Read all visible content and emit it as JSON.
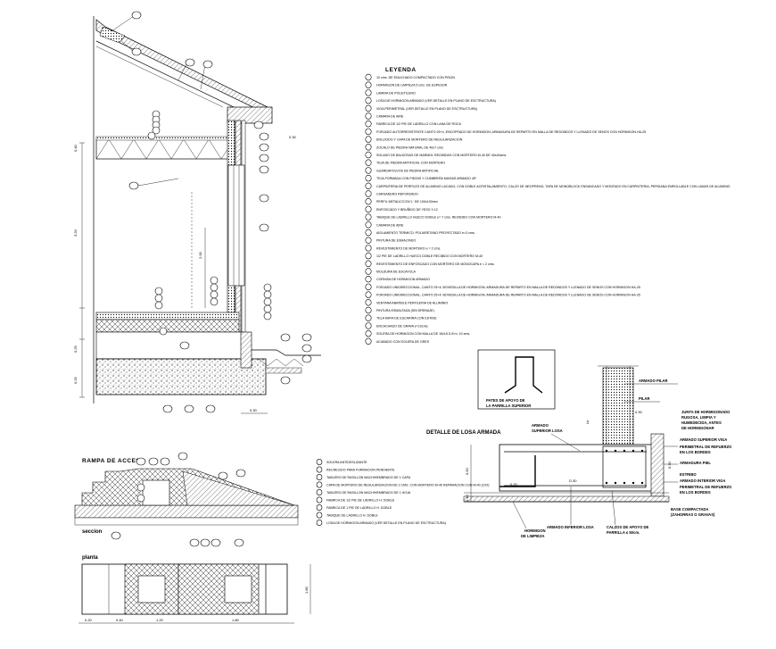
{
  "legend": {
    "title": "LEYENDA",
    "items": [
      "10 cms. DE ENLICHADO COMPACTADO CON PISON",
      "HORMIGON DE LIMPIEZA 5 cms. DE ESPESOR",
      "LAMINA DE POLIETILENO",
      "LOSA DE HORMIGON ARMADO (VER DETALLE EN PLANO DE ESCTRUCTURA)",
      "VIGA PERIMETRAL (VER DETALLE EN PLANO DE ESCTRUCTURA)",
      "CAMARA DE AIRE",
      "FABRICA DE 1/2 PIE DE LADRILLO CON LANA DE ROCA",
      "FORJADO AUTORRESISTENTE CANTO 25+4, ENCOFRADO DE HORMIGON; ARMADURA DE REPARTO EN MALLA DE REDONDOS Y LLENADO DE SENOS CON HORMIGON HA-25",
      "ENLUCIDO Y CAPA DE MORTERO DE REGULARIZACION",
      "ZOCALO DE PIEDRA NATURAL DE 40x7 cms.",
      "SOLADO DE BALDOSAS DE MARMOL RECIBIDAS CON MORTERO M-40 DE 40x40cms.",
      "TEJA DE PIEDRA ARTIFICIAL CON MORTERO",
      "GUARDAPOLVOS DE PIEDRA ARTIFICIAL",
      "TEJA FORMADA CON PIEZAS Y CUMBRERA MASIAS ARMADO 45°",
      "CARPINTERIA DE PERFILES DE ALUMINIO LACADO, CON DOBLE ACRISTALAMIENTO; CALZO DE NEOPRENO, TAPA DE MONOBLOCK ENSANCADO Y MONTADO EN CARPINTERIA; PERSIANA ENROLLABLE CON LAMAS DE ALUMINIO",
      "CARGADERO REFORZADO",
      "PERFIL METALICO EN 'L' DE 100x100mm",
      "ENFOSCADO Y BRUÑIDO DE YESO Y-12",
      "TABIQUE DE LADRILLO HUECO DOBLE e= 7 cms. RECIBIDO CON MORTERO M-40",
      "CAMARA DE AIRE",
      "AISLAMIENTO TERMICO; POLIURETANO PROYECTADO e=3 cms.",
      "PINTURA DE ESMALTADO",
      "REVESTIMIENTO DE MORTERO e = 2 cms.",
      "1/2 PIE DE LADRILLO HUECO DOBLE RECIBIDO CON MORTERO M-40",
      "REVESTIMIENTO DE ENFOSCADO CON MORTERO DE MONOCAPA e = 2 cms.",
      "MOLDURA DE ESCAYOLA",
      "CORNISA DE HORMIGON ARMADO",
      "FORJADO UNIDIRECCIONAL, CANTO 25+4; BOVEDILLA DE HORMIGON; ARMADURA DE REPARTO EN MALLA DE REDONDOS Y LLENADO DE SENOS CON HORMIGON HA-25",
      "FORJADO UNIDIRECCIONAL, CANTO 25+4; BOVEDILLA DE HORMIGON; ARMADURA DE REPARTO EN MALLA DE REDONDOS Y LLENADO DE SENOS CON HORMIGON HA-25",
      "VENTANA ABATIBLE PERFILERIA DE ALUMINIO",
      "PINTURA ESMALTADA (SIN DRENAJE)",
      "TELA MAYA DE ESCARIRA CON ESTAJE",
      "ENCACHADO DE GRAVA e=10cms.",
      "SOLERA DE HORMIGON CON MALLA DE 15x15 D.8 h= 10 cms.",
      "ACABADO CON SOLERA DE GRES"
    ]
  },
  "ramp": {
    "title": "RAMPA DE ACCESO",
    "section_label": "seccion",
    "plan_label": "planta",
    "legend_items": [
      "SOLERA ANTIDESLIZANTE",
      "RECRECIDO PARA FORMACION PENDIENTE",
      "TABLERO DE RASILLON MACHIHEMBRADO DE 1 CAPA",
      "CAPA DE MORTERO DE REGULARIZACION DE 2 CMS. CON MORTERO M-40 REPARACION CON M-40 (CIO)",
      "TABLERO DE RASILLON MACHIHEMBRADO DE 1 HOJA",
      "FABRICA DE 1/2 PIE DE LADRILLO H. DOBLE",
      "FABRICA DE 1 PIE DE LADRILLO H. DOBLE",
      "TABIQUE DE LADRILLO H. DOBLE",
      "LOSA DE HORMIGON ARMADO (VER DETALLE EN PLANO DE ESCTRUCTURA)"
    ],
    "plan_dims": [
      "0.20",
      "0.40",
      "1.20",
      "1.80"
    ],
    "height_dim": "1.80"
  },
  "slab": {
    "title": "DETALLE DE LOSA ARMADA",
    "inset_caption": [
      "PATES DE APOYO DE",
      "LA PARRILLA SUPERIOR"
    ],
    "labels": {
      "armado_pilar": "ARMADO PILAR",
      "pilar": "PILAR",
      "junta": [
        "JUNTA DE HORMIGONADO",
        "RUGOSA, LIMPIA Y",
        "HUMEDECIDA, ANTES",
        "DE HORMIGONAR"
      ],
      "armado_superior_losa": [
        "ARMADO",
        "SUPERIOR LOSA"
      ],
      "armado_superior_viga": "ARMADO SUPERIOR VIGA",
      "perimetral_refuerzo_1": [
        "PERIMETRAL DE REFUERZO",
        "EN LOS BORDES"
      ],
      "armadura_piel": "ARMADURA PIEL",
      "estribo": "ESTRIBO",
      "armado_inferior_viga": "ARMADO INTERIOR VIGA",
      "perimetral_refuerzo_2": [
        "PERIMETRAL DE REFUERZO",
        "EN LOS BORDES"
      ],
      "base_compactada": [
        "BASE COMPACTADA",
        "(ZAHORRAS O GRAVAS)"
      ],
      "hormigon_limpieza": [
        "HORMIGON",
        "DE LIMPIEZA"
      ],
      "armado_inferior_losa": "ARMADO INFERIOR LOSA",
      "calzos": [
        "CALZOS DE APOYO DE",
        "PARRILLA ≤ 50cm."
      ]
    },
    "dims": {
      "d030a": "0.30",
      "d030b": "D.30",
      "d050": "0.50",
      "d010": "0.10",
      "d020": "0.20",
      "lb": "Lb"
    }
  },
  "section": {
    "dims": [
      "0.40",
      "0.25",
      "2.00",
      "0.30",
      "3.20",
      "0.25"
    ],
    "bottom_dim": "0.30"
  }
}
